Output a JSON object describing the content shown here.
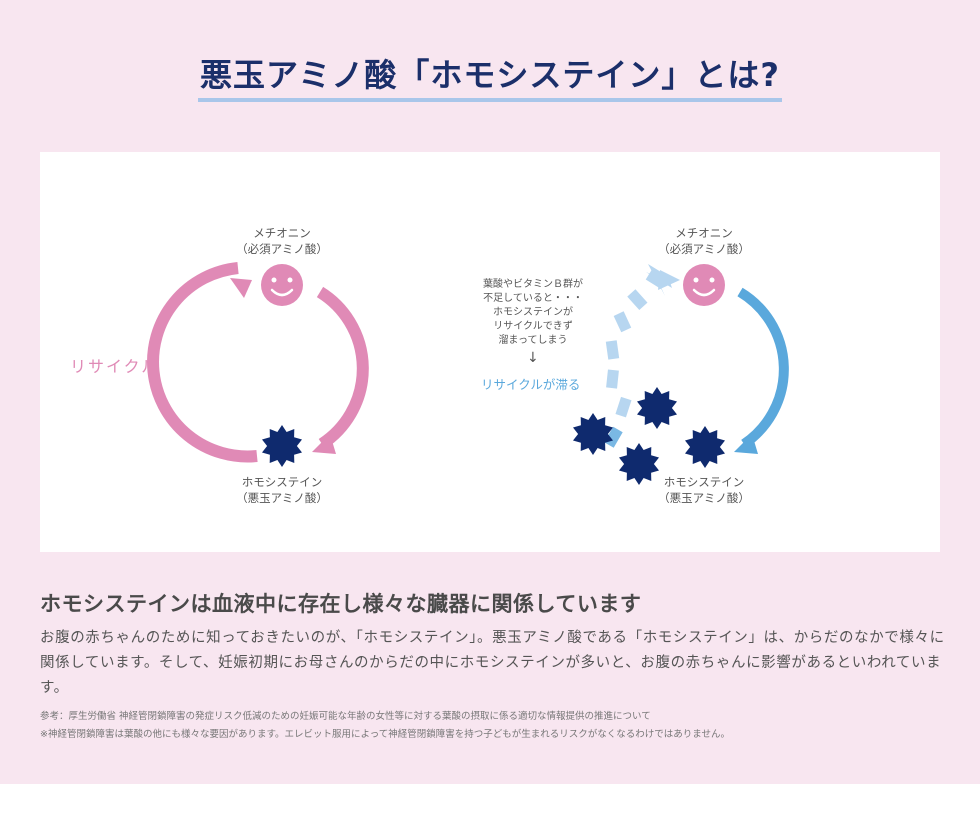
{
  "title": "悪玉アミノ酸「ホモシステイン」とは?",
  "diagram_left": {
    "top_label_1": "メチオニン",
    "top_label_2": "（必須アミノ酸）",
    "bottom_label_1": "ホモシステイン",
    "bottom_label_2": "（悪玉アミノ酸）",
    "recycle_label": "リサイクル"
  },
  "diagram_right": {
    "top_label_1": "メチオニン",
    "top_label_2": "（必須アミノ酸）",
    "bottom_label_1": "ホモシステイン",
    "bottom_label_2": "（悪玉アミノ酸）",
    "note_lines": [
      "葉酸やビタミンＢ群が",
      "不足していると・・・",
      "ホモシステインが",
      "リサイクルできず",
      "溜まってしまう"
    ],
    "arrow": "↓",
    "stagnate_label": "リサイクルが滞る"
  },
  "colors": {
    "pink": "#e08ab6",
    "blue": "#5aa8dc",
    "light_blue": "#b7d6f0",
    "navy": "#0f2a6e",
    "background": "#f8e6f0"
  },
  "icons": {
    "methionine": "smiley-face-icon",
    "homocysteine": "spiky-ball-icon"
  },
  "subheading": "ホモシステインは血液中に存在し様々な臓器に関係しています",
  "body_text": "お腹の赤ちゃんのために知っておきたいのが、「ホモシステイン」。悪玉アミノ酸である「ホモシステイン」は、からだのなかで様々に関係しています。そして、妊娠初期にお母さんのからだの中にホモシステインが多いと、お腹の赤ちゃんに影響があるといわれています。",
  "reference": "参考：厚生労働省 神経管閉鎖障害の発症リスク低減のための妊娠可能な年齢の女性等に対する葉酸の摂取に係る適切な情報提供の推進について",
  "disclaimer": "※神経管閉鎖障害は葉酸の他にも様々な要因があります。エレビット服用によって神経管閉鎖障害を持つ子どもが生まれるリスクがなくなるわけではありません。"
}
